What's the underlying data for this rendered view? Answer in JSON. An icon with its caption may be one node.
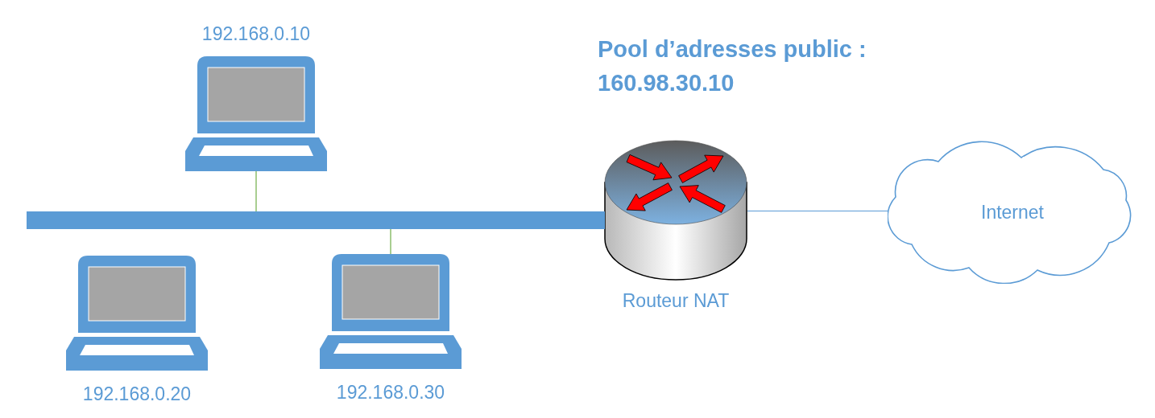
{
  "diagram": {
    "nodes": [
      {
        "text": [],
        "shape": "laptop",
        "beside": [
          "192.168.0.10"
        ]
      },
      {
        "text": [],
        "shape": "cylinder",
        "beside": [
          "Routeur NAT"
        ]
      },
      {
        "text": [
          "Internet"
        ]
      },
      {
        "text": [],
        "shape": "bar"
      },
      {
        "text": [],
        "shape": "laptop",
        "beside": [
          "192.168.0.20"
        ]
      },
      {
        "text": [],
        "shape": "laptop",
        "beside": [
          "192.168.0.30"
        ]
      }
    ],
    "edges": [
      {
        "from": 0,
        "to": 3,
        "arrow": "none"
      },
      {
        "from": 3,
        "to": 5,
        "arrow": "none"
      },
      {
        "from": 1,
        "to": 2,
        "arrow": "none",
        "color": "#5b9bd5"
      }
    ],
    "labels": [
      "Pool d’adresses public : 160.98.30.10"
    ]
  }
}
